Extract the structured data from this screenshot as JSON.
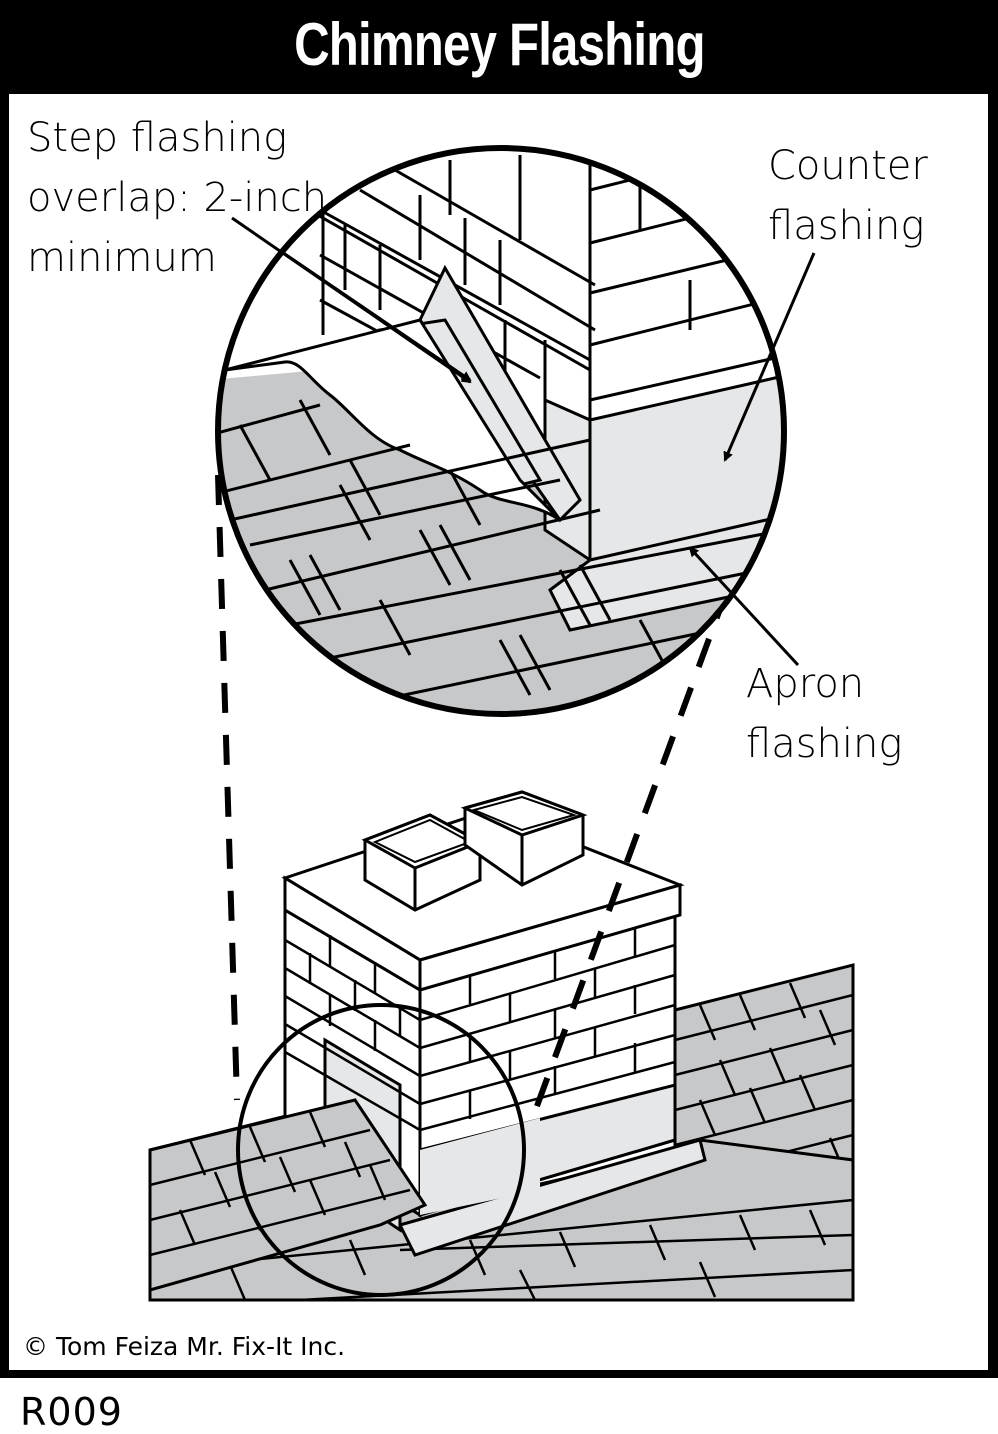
{
  "header": {
    "title": "Chimney Flashing"
  },
  "callouts": {
    "step_flashing": {
      "lines": [
        "Step flashing",
        "overlap: 2-inch",
        "minimum"
      ]
    },
    "counter_flashing": {
      "lines": [
        "Counter",
        "flashing"
      ]
    },
    "apron_flashing": {
      "lines": [
        "Apron",
        "flashing"
      ]
    }
  },
  "footer": {
    "copyright": "© Tom Feiza Mr. Fix-It Inc.",
    "code": "R009"
  },
  "colors": {
    "frame": "#000000",
    "shingle": "#c7c8ca",
    "flashing": "#e6e7e8",
    "background": "#ffffff"
  },
  "icons": {
    "arrow": "arrow-pointer-icon",
    "magnifier": "detail-circle-icon"
  }
}
